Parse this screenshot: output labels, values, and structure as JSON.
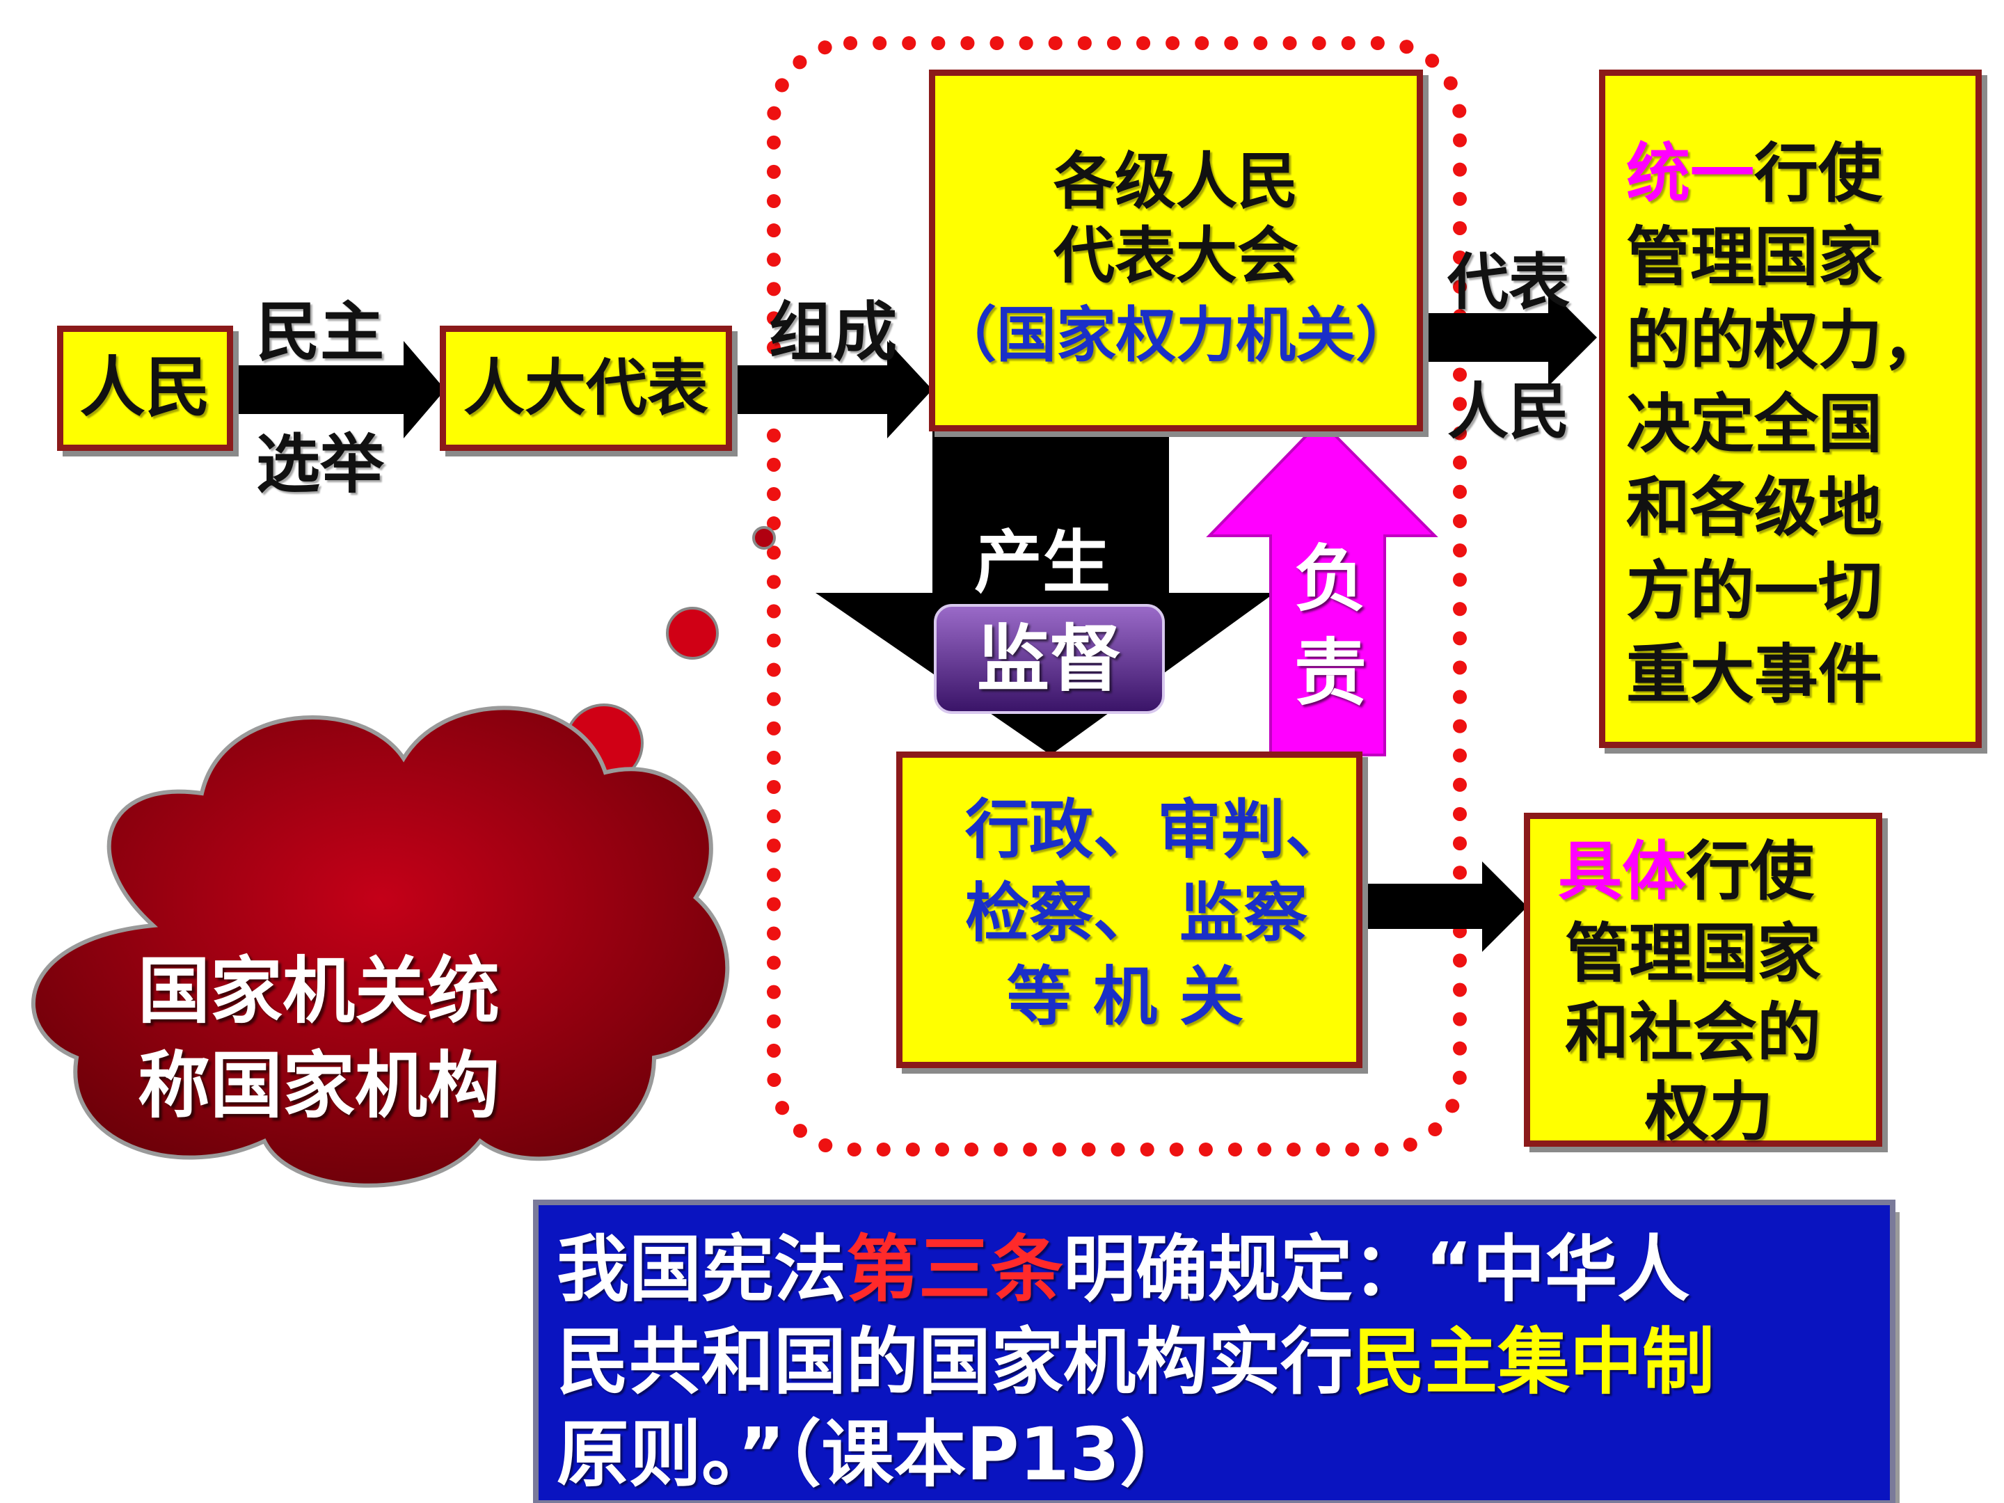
{
  "nodes": {
    "people": "人民",
    "npc_deputies": "人大代表",
    "congress": [
      "各级人民",
      "代表大会"
    ],
    "congress_note": "（国家权力机关）",
    "organs": [
      "行政、审判、",
      "检察、 监察",
      "等 机 关"
    ],
    "unified": {
      "emph": "统一",
      "rest": "行使",
      "lines": [
        "管理国家",
        "的的权力，",
        "决定全国",
        "和各级地",
        "方的一切",
        "重大事件"
      ]
    },
    "specific": {
      "emph": "具体",
      "rest": "行使",
      "lines": [
        "管理国家",
        "和社会的",
        "权力"
      ]
    }
  },
  "edges": {
    "election_top": "民主",
    "election_bottom": "选举",
    "compose": "组成",
    "represent_top": "代表",
    "represent_bottom": "人民",
    "produce": "产生",
    "supervise": "监督",
    "responsible": [
      "负",
      "责"
    ]
  },
  "cloud": [
    "国家机关统",
    "称国家机构"
  ],
  "constitution": {
    "line1_a": "我国宪法",
    "line1_red": "第三条",
    "line1_b": "明确规定：“中华人",
    "line2_a": "民共和国的国家机构实行",
    "line2_yellow": "民主集中制",
    "line3": "原则。”（课本P13）"
  },
  "colors": {
    "box_fill": "#ffff00",
    "box_border": "#8b1a1a",
    "emphasis": "#ff00ff",
    "blue_text": "#1a2fc8",
    "cloud": "#a00010",
    "dotted": "#ee1111",
    "panel": "#0a14c0"
  }
}
